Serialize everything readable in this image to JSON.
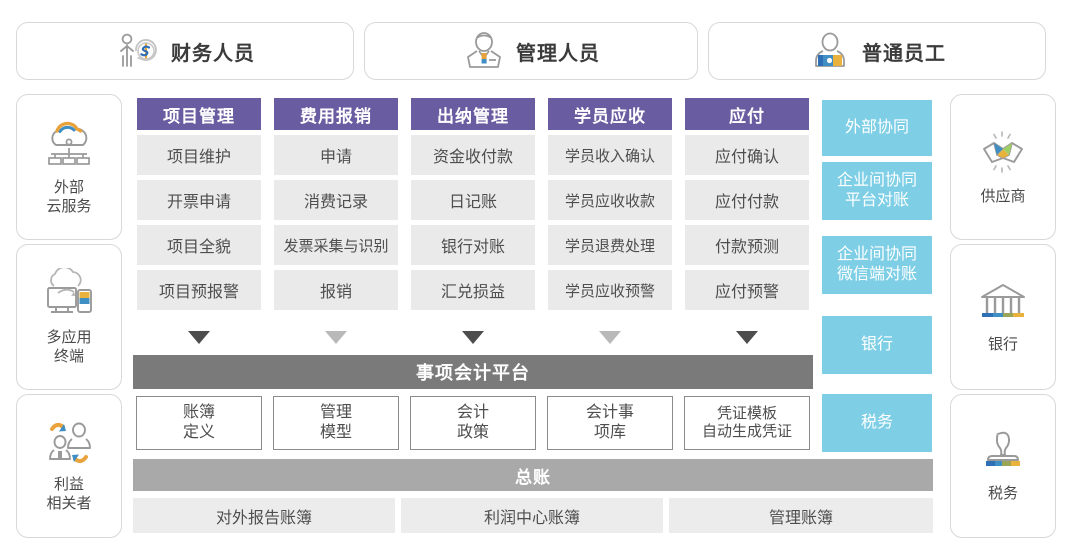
{
  "personas": [
    {
      "label": "财务人员",
      "icon": "finance-person-icon"
    },
    {
      "label": "管理人员",
      "icon": "manager-person-icon"
    },
    {
      "label": "普通员工",
      "icon": "employee-person-icon"
    }
  ],
  "left_sidebar": [
    {
      "line1": "外部",
      "line2": "云服务",
      "icon": "cloud-service-icon"
    },
    {
      "line1": "多应用",
      "line2": "终端",
      "icon": "multi-device-terminal-icon"
    },
    {
      "line1": "利益",
      "line2": "相关者",
      "icon": "stakeholder-icon"
    }
  ],
  "right_sidebar": [
    {
      "line1": "供应商",
      "line2": "",
      "icon": "handshake-supplier-icon"
    },
    {
      "line1": "银行",
      "line2": "",
      "icon": "bank-icon"
    },
    {
      "line1": "税务",
      "line2": "",
      "icon": "tax-stamp-icon"
    }
  ],
  "modules": [
    {
      "header": "项目管理",
      "items": [
        "项目维护",
        "开票申请",
        "项目全貌",
        "项目预报警"
      ]
    },
    {
      "header": "费用报销",
      "items": [
        "申请",
        "消费记录",
        "发票采集与识别",
        "报销"
      ]
    },
    {
      "header": "出纳管理",
      "items": [
        "资金收付款",
        "日记账",
        "银行对账",
        "汇兑损益"
      ]
    },
    {
      "header": "学员应收",
      "items": [
        "学员收入确认",
        "学员应收收款",
        "学员退费处理",
        "学员应收预警"
      ]
    },
    {
      "header": "应付",
      "items": [
        "应付确认",
        "应付付款",
        "付款预测",
        "应付预警"
      ]
    }
  ],
  "external_column": [
    {
      "lines": [
        "外部协同"
      ]
    },
    {
      "lines": [
        "企业间协同",
        "平台对账"
      ]
    },
    {
      "lines": [
        "企业间协同",
        "微信端对账"
      ]
    },
    {
      "lines": [
        "银行"
      ]
    },
    {
      "lines": [
        "税务"
      ]
    }
  ],
  "arrows": [
    "dark",
    "light",
    "dark",
    "light",
    "dark"
  ],
  "platform": {
    "title": "事项会计平台",
    "features": [
      {
        "line1": "账簿",
        "line2": "定义"
      },
      {
        "line1": "管理",
        "line2": "模型"
      },
      {
        "line1": "会计",
        "line2": "政策"
      },
      {
        "line1": "会计事",
        "line2": "项库"
      },
      {
        "line1": "凭证模板",
        "line2": "自动生成凭证"
      }
    ]
  },
  "ledger": {
    "title": "总账",
    "books": [
      "对外报告账簿",
      "利润中心账簿",
      "管理账簿"
    ]
  },
  "colors": {
    "purple": "#6a5ca0",
    "cyan": "#7ecfe6",
    "platform_gray": "#7a7a7a",
    "ledger_gray": "#a9a9a9",
    "cell_gray": "#eaeaea",
    "arrow_dark": "#4d4d4d",
    "arrow_light": "#b9b9b9"
  }
}
